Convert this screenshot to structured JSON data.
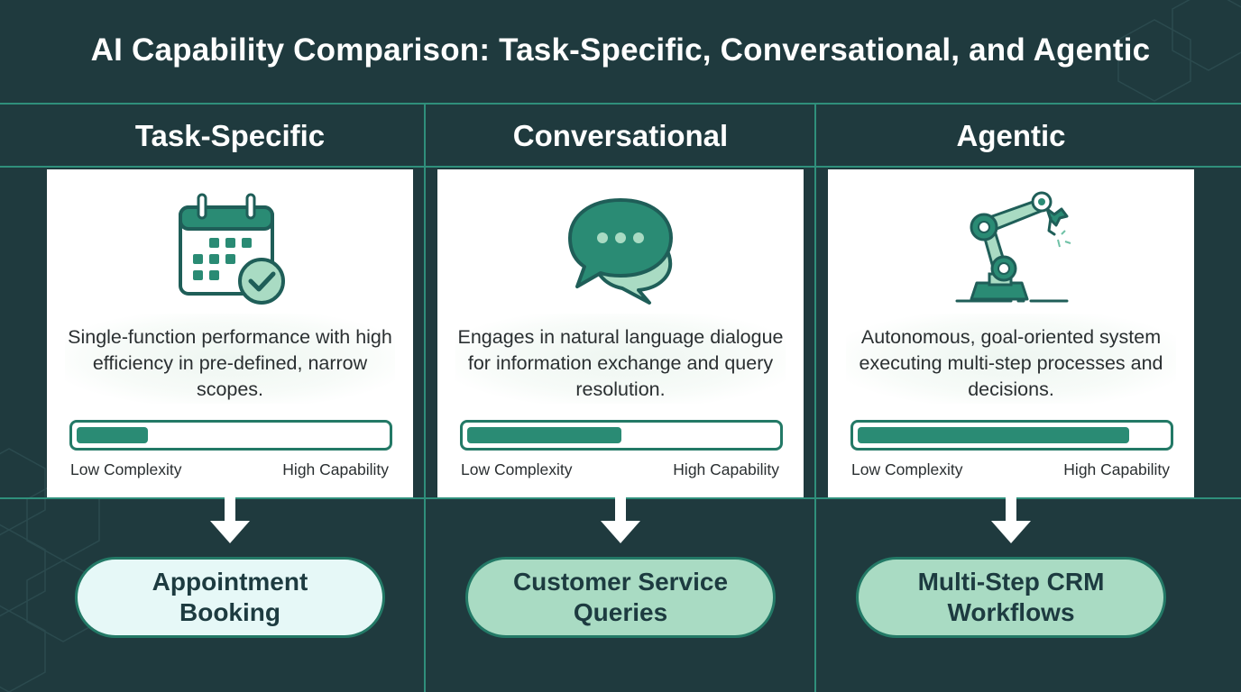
{
  "title": "AI Capability Comparison: Task-Specific, Conversational, and Agentic",
  "colors": {
    "background": "#1f3a3e",
    "grid_line": "#2f8f7b",
    "accent": "#2a8b74",
    "pill_light": "#e6f8f7",
    "pill_mint": "#a9dbc3",
    "text_dark": "#1d3b40"
  },
  "columns": [
    {
      "header": "Task-Specific",
      "icon": "calendar-check-icon",
      "description": "Single-function performance with high efficiency in pre-defined, narrow scopes.",
      "bar": {
        "low_label": "Low Complexity",
        "high_label": "High Capability",
        "level": 0.23
      },
      "outcome": "Appointment Booking"
    },
    {
      "header": "Conversational",
      "icon": "chat-bubbles-icon",
      "description": "Engages in natural language dialogue for information exchange and query resolution.",
      "bar": {
        "low_label": "Low Complexity",
        "high_label": "High Capability",
        "level": 0.5
      },
      "outcome": "Customer Service Queries"
    },
    {
      "header": "Agentic",
      "icon": "robotic-arm-icon",
      "description": "Autonomous, goal-oriented system executing multi-step processes and decisions.",
      "bar": {
        "low_label": "Low Complexity",
        "high_label": "High Capability",
        "level": 0.88
      },
      "outcome": "Multi-Step CRM Workflows"
    }
  ]
}
